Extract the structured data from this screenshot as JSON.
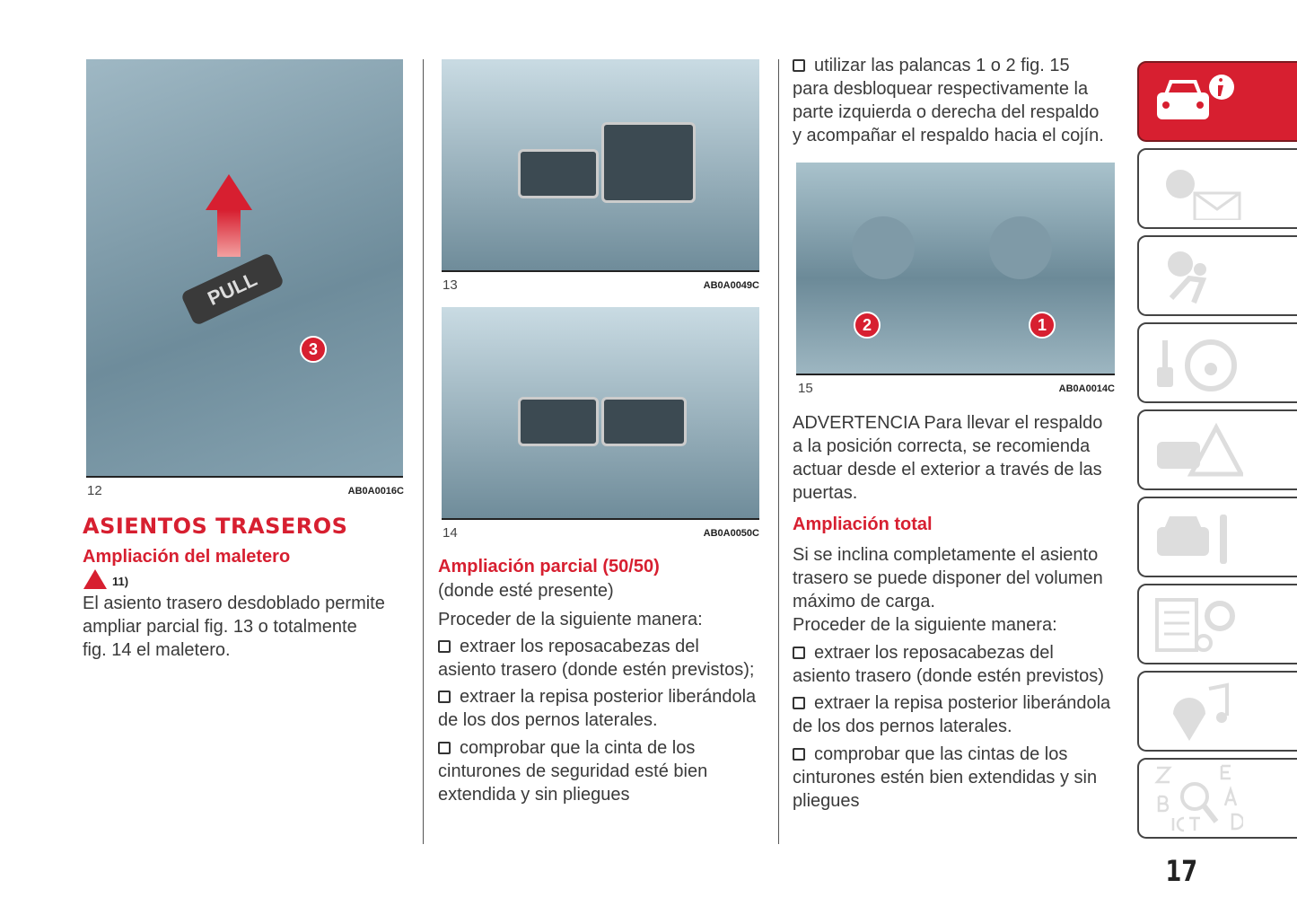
{
  "figures": {
    "fig12": {
      "number": "12",
      "code": "AB0A0016C",
      "label": "PULL",
      "callout": "3"
    },
    "fig13": {
      "number": "13",
      "code": "AB0A0049C"
    },
    "fig14": {
      "number": "14",
      "code": "AB0A0050C"
    },
    "fig15": {
      "number": "15",
      "code": "AB0A0014C",
      "callouts": [
        "2",
        "1"
      ]
    }
  },
  "col1": {
    "title": "ASIENTOS TRASEROS",
    "subtitle": "Ampliación del maletero",
    "warning_ref": "11)",
    "body": [
      "El asiento trasero desdoblado permite",
      "ampliar parcial fig. 13 o totalmente",
      "fig. 14 el maletero."
    ]
  },
  "col2": {
    "heading": "Ampliación parcial (50/50)",
    "heading_note": "(donde esté presente)",
    "intro": "Proceder de la siguiente manera:",
    "items": [
      [
        "extraer los reposacabezas del",
        "asiento trasero (donde estén previstos);"
      ],
      [
        "extraer la repisa posterior liberándola",
        "de los dos pernos laterales."
      ],
      [
        "comprobar que la cinta de los",
        "cinturones de seguridad esté bien",
        "extendida y sin pliegues"
      ]
    ]
  },
  "col3": {
    "top_item": [
      "utilizar las palancas 1 o 2 fig. 15",
      "para desbloquear respectivamente la",
      "parte izquierda o derecha del respaldo",
      "y acompañar el respaldo hacia el cojín."
    ],
    "warning": [
      "ADVERTENCIA Para llevar el respaldo",
      "a la posición correcta, se recomienda",
      "actuar desde el exterior a través de las",
      "puertas."
    ],
    "heading": "Ampliación total",
    "body": [
      "Si se inclina completamente el asiento",
      "trasero se puede disponer del volumen",
      "máximo de carga.",
      "Proceder de la siguiente manera:"
    ],
    "items": [
      [
        "extraer los reposacabezas del",
        "asiento trasero (donde estén previstos)"
      ],
      [
        "extraer la repisa posterior liberándola",
        "de los dos pernos laterales."
      ],
      [
        "comprobar que las cintas de los",
        "cinturones estén bien extendidas y sin",
        "pliegues"
      ]
    ]
  },
  "sidebar": {
    "tabs": [
      "car-info",
      "lights-messages",
      "safety-airbag",
      "starting-driving",
      "emergency",
      "maintenance",
      "technical-data",
      "multimedia",
      "index"
    ]
  },
  "page_number": "17",
  "colors": {
    "accent": "#d71f30"
  }
}
